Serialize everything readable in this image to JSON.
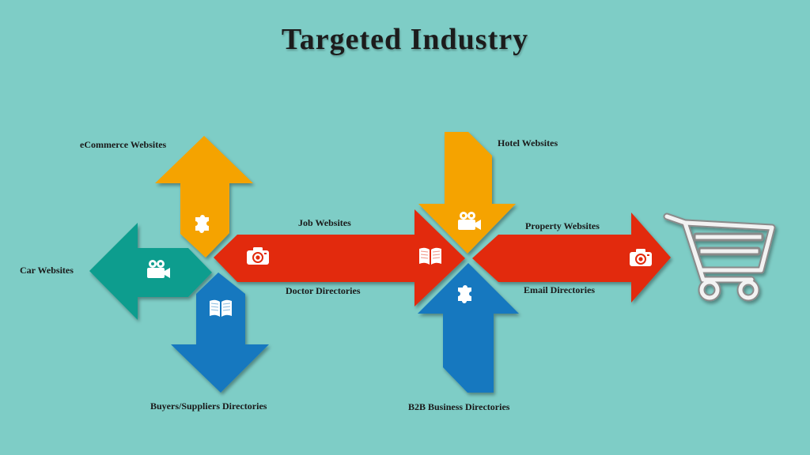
{
  "title": "Targeted Industry",
  "labels": {
    "ecommerce": "eCommerce Websites",
    "car": "Car Websites",
    "buyers": "Buyers/Suppliers Directories",
    "job": "Job Websites",
    "doctor": "Doctor Directories",
    "hotel": "Hotel Websites",
    "b2b": "B2B Business Directories",
    "property": "Property Websites",
    "email": "Email Directories"
  },
  "colors": {
    "background": "#7ecdc6",
    "orange": "#f5a300",
    "teal": "#109d8e",
    "blue": "#1278bf",
    "red": "#e22a0c"
  },
  "icons": [
    "puzzle-icon",
    "video-camera-icon",
    "book-icon",
    "camera-icon",
    "shopping-cart-icon"
  ]
}
